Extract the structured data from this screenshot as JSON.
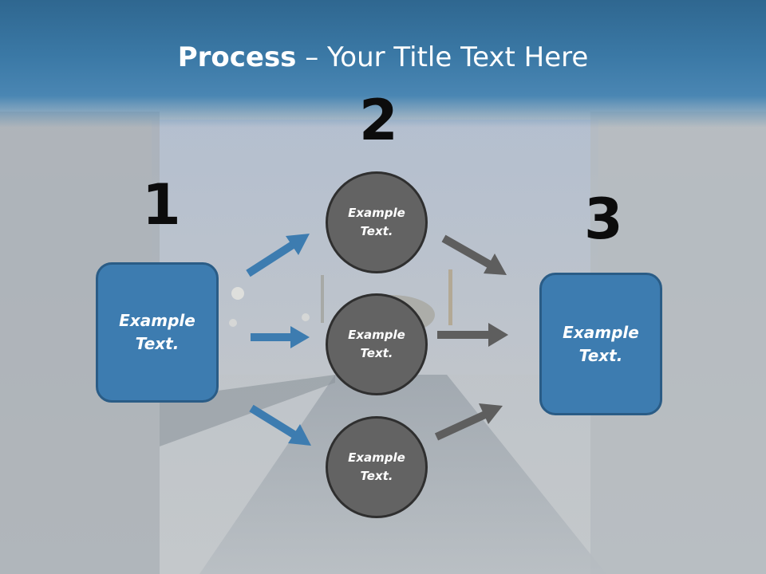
{
  "title": {
    "bold": "Process",
    "rest": " – Your Title Text Here"
  },
  "steps": {
    "one": {
      "number": "1",
      "text": "Example Text."
    },
    "two": {
      "number": "2"
    },
    "three": {
      "number": "3",
      "text": "Example Text."
    }
  },
  "circles": [
    {
      "text": "Example Text."
    },
    {
      "text": "Example Text."
    },
    {
      "text": "Example Text."
    }
  ],
  "colors": {
    "blue": "#3d7cb0",
    "gray": "#636363",
    "arrow_blue": "#3d7cb0",
    "arrow_gray": "#5e5e5e"
  }
}
